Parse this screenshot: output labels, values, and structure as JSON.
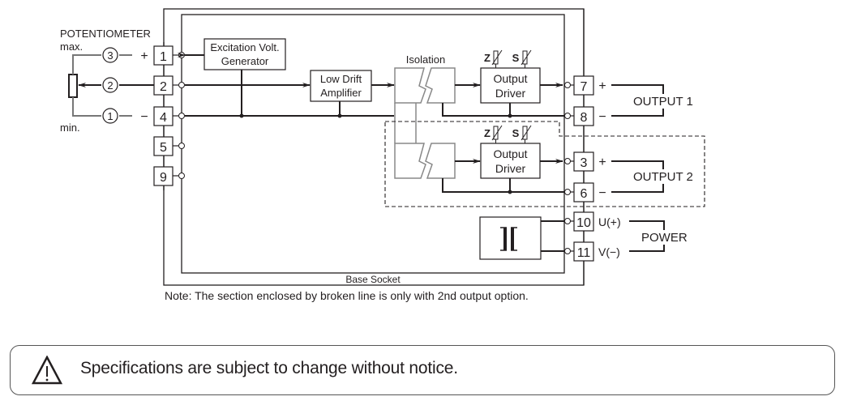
{
  "diagram": {
    "potentiometer": {
      "title": "POTENTIOMETER",
      "max_label": "max.",
      "min_label": "min.",
      "wires": [
        {
          "circle": "3",
          "sign": "+",
          "terminal": "1"
        },
        {
          "circle": "2",
          "sign": "",
          "terminal": "2"
        },
        {
          "circle": "1",
          "sign": "−",
          "terminal": "4"
        }
      ]
    },
    "left_terminals": [
      "1",
      "2",
      "4",
      "5",
      "9"
    ],
    "blocks": {
      "excitation": {
        "line1": "Excitation Volt.",
        "line2": "Generator"
      },
      "amplifier": {
        "line1": "Low Drift",
        "line2": "Amplifier"
      },
      "isolation": {
        "label": "Isolation"
      },
      "driver1": {
        "line1": "Output",
        "line2": "Driver",
        "adj_z": "Z",
        "adj_s": "S"
      },
      "driver2": {
        "line1": "Output",
        "line2": "Driver",
        "adj_z": "Z",
        "adj_s": "S"
      }
    },
    "right_terminals": [
      {
        "id": "7",
        "sign": "+"
      },
      {
        "id": "8",
        "sign": "−"
      },
      {
        "id": "3",
        "sign": "+"
      },
      {
        "id": "6",
        "sign": "−"
      },
      {
        "id": "10",
        "sign": "U(+)"
      },
      {
        "id": "11",
        "sign": "V(−)"
      }
    ],
    "outputs": {
      "output1": "OUTPUT 1",
      "output2": "OUTPUT 2",
      "power": "POWER"
    },
    "base_socket": "Base Socket",
    "note": "Note: The section enclosed by broken line is only with 2nd output option."
  },
  "notice": {
    "icon": "warning-triangle-icon",
    "text": "Specifications are subject to change without notice."
  }
}
